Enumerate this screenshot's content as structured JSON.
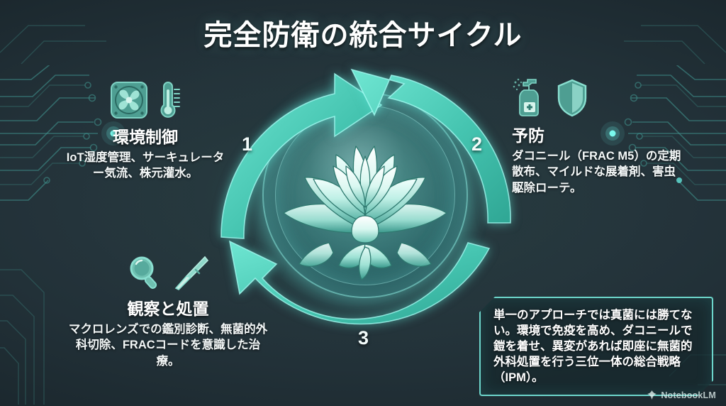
{
  "title": "完全防衛の統合サイクル",
  "colors": {
    "background_dark": "#1a262c",
    "background_mid": "#2b3c44",
    "accent_teal": "#5fd8cf",
    "accent_glow": "#7ffbef",
    "arrow_fill": "#49c9b5",
    "circuit_trace": "#3f8f8a",
    "text_primary": "#ffffff"
  },
  "center": {
    "orb_label": "glowing-lotus-orb",
    "icon": "lotus-flower-icon"
  },
  "cycle": {
    "numbers": [
      {
        "value": "1",
        "position": "top-left"
      },
      {
        "value": "2",
        "position": "top-right"
      },
      {
        "value": "3",
        "position": "bottom-center"
      }
    ],
    "arrows": [
      {
        "name": "arrow-step-1-to-2",
        "direction": "clockwise-top-left"
      },
      {
        "name": "arrow-step-2-to-3",
        "direction": "clockwise-right"
      },
      {
        "name": "arrow-step-3-to-1",
        "direction": "clockwise-bottom-left"
      }
    ]
  },
  "blocks": {
    "environment": {
      "heading": "環境制御",
      "body": "IoT湿度管理、サーキュレーター気流、株元灌水。",
      "icons": [
        "fan-icon",
        "thermometer-icon"
      ]
    },
    "prevention": {
      "heading": "予防",
      "body": "ダコニール（FRAC M5）の定期散布、マイルドな展着剤、害虫駆除ローテ。",
      "icons": [
        "spray-bottle-icon",
        "shield-icon"
      ]
    },
    "observation": {
      "heading": "観察と処置",
      "body": "マクロレンズでの鑑別診断、無菌的外科切除、FRACコードを意識した治療。",
      "icons": [
        "magnifier-icon",
        "scalpel-icon"
      ]
    }
  },
  "callout": {
    "body": "単一のアプローチでは真菌には勝てない。環境で免疫を高め、ダコニールで鎧を着せ、異変があれば即座に無菌的外科処置を行う三位一体の総合戦略（IPM）。"
  },
  "watermark": {
    "label": "NotebookLM",
    "icon": "notebooklm-logo-icon"
  }
}
